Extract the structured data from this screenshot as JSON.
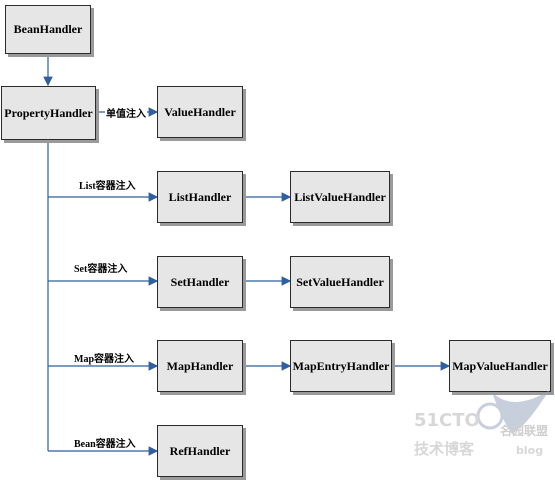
{
  "nodes": {
    "bean": "BeanHandler",
    "property": "PropertyHandler",
    "value": "ValueHandler",
    "list": "ListHandler",
    "list_value": "ListValueHandler",
    "set": "SetHandler",
    "set_value": "SetValueHandler",
    "map": "MapHandler",
    "map_entry": "MapEntryHandler",
    "map_value": "MapValueHandler",
    "ref": "RefHandler"
  },
  "edge_labels": {
    "single_value": "单值注入",
    "list": "List容器注入",
    "set": "Set容器注入",
    "map": "Map容器注入",
    "bean": "Bean容器注入"
  },
  "watermark": {
    "brand": "51CTO",
    "text_cn": "技术博客",
    "text_cn2": "名园联盟",
    "url": "blog"
  },
  "colors": {
    "node_fill": "#e6e6e6",
    "node_border": "#2b2b2b",
    "edge": "#2e5f9e"
  }
}
